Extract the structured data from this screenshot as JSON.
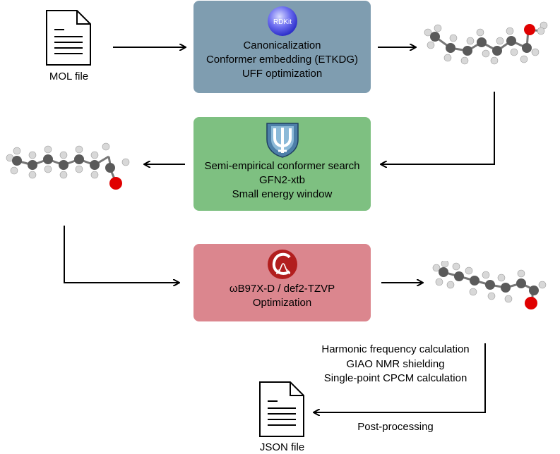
{
  "colors": {
    "rdkit_box": "#7f9db0",
    "xtb_box": "#7ec081",
    "dft_box": "#db868e",
    "arrow": "#000000",
    "carbon": "#5a5a5a",
    "hydrogen": "#d6d6d6",
    "oxygen": "#e00000"
  },
  "input": {
    "label": "MOL file",
    "icon": "document-icon"
  },
  "output": {
    "label": "JSON file",
    "icon": "document-icon"
  },
  "steps": [
    {
      "logo_text": "RDKit",
      "logo_icon": "rdkit-logo",
      "lines": [
        "Canonicalization",
        "Conformer embedding (ETKDG)",
        "UFF optimization"
      ]
    },
    {
      "logo_icon": "xtb-psi-shield-logo",
      "lines": [
        "Semi-empirical conformer search",
        "GFN2-xtb",
        "Small energy window"
      ]
    },
    {
      "logo_icon": "orca-logo",
      "lines": [
        "ωB97X-D / def2-TZVP",
        "Optimization"
      ]
    }
  ],
  "post": {
    "lines": [
      "Harmonic frequency calculation",
      "GIAO NMR shielding",
      "Single-point CPCM calculation"
    ],
    "processing_label": "Post-processing"
  },
  "molecule_icon": "ball-and-stick-molecule-icon"
}
